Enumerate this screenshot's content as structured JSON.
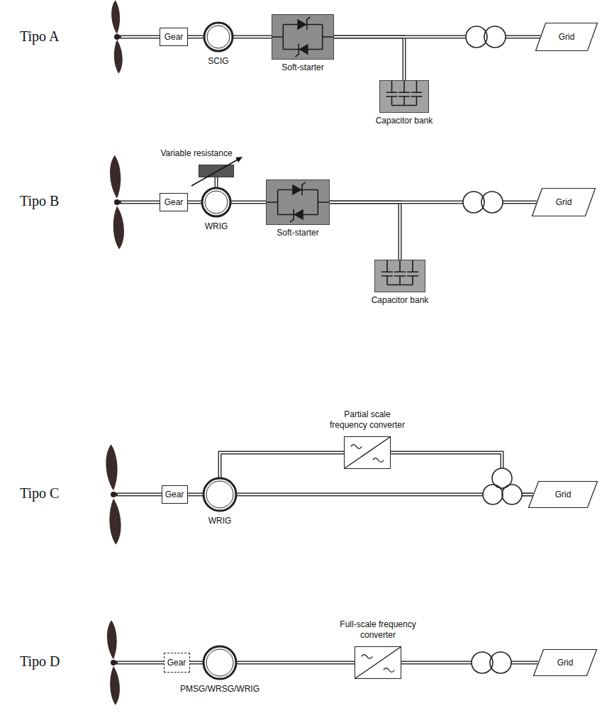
{
  "diagram": {
    "nodes": [
      {
        "text": [
          "Gear"
        ]
      },
      {
        "text": [
          "SCIG"
        ]
      },
      {
        "text": [
          "Soft-starter"
        ]
      },
      {
        "text": [
          "Capacitor bank"
        ]
      },
      {
        "text": [
          "Grid"
        ]
      },
      {
        "text": [
          "Variable resistance"
        ]
      },
      {
        "text": [
          "Gear"
        ]
      },
      {
        "text": [
          "WRIG"
        ]
      },
      {
        "text": [
          "Soft-starter"
        ]
      },
      {
        "text": [
          "Capacitor bank"
        ]
      },
      {
        "text": [
          "Grid"
        ]
      },
      {
        "text": [
          "Gear"
        ]
      },
      {
        "text": [
          "WRIG"
        ]
      },
      {
        "text": [
          "Partial scale frequency converter"
        ]
      },
      {
        "text": [
          "Grid"
        ]
      },
      {
        "text": [
          "Gear"
        ]
      },
      {
        "text": [
          "PMSG/WRSG/WRIG"
        ]
      },
      {
        "text": [
          "Full-scale frequency converter"
        ]
      },
      {
        "text": [
          "Grid"
        ]
      }
    ],
    "edges": [
      {
        "from": 0,
        "to": 1,
        "arrow": "none"
      },
      {
        "from": 1,
        "to": 2,
        "arrow": "none"
      },
      {
        "from": 2,
        "to": 3,
        "arrow": "none"
      },
      {
        "from": 2,
        "to": 4,
        "arrow": "none"
      },
      {
        "from": 6,
        "to": 7,
        "arrow": "none"
      },
      {
        "from": 5,
        "to": 7,
        "arrow": "none"
      },
      {
        "from": 7,
        "to": 8,
        "arrow": "none"
      },
      {
        "from": 8,
        "to": 9,
        "arrow": "none"
      },
      {
        "from": 8,
        "to": 10,
        "arrow": "none"
      },
      {
        "from": 11,
        "to": 12,
        "arrow": "none"
      },
      {
        "from": 12,
        "to": 13,
        "arrow": "none"
      },
      {
        "from": 13,
        "to": 14,
        "arrow": "none"
      },
      {
        "from": 12,
        "to": 14,
        "arrow": "none"
      },
      {
        "from": 15,
        "to": 16,
        "arrow": "none"
      },
      {
        "from": 16,
        "to": 17,
        "arrow": "none"
      },
      {
        "from": 17,
        "to": 18,
        "arrow": "none"
      }
    ],
    "labels": [
      "Tipo A",
      "Tipo B",
      "Tipo C",
      "Tipo D"
    ]
  }
}
